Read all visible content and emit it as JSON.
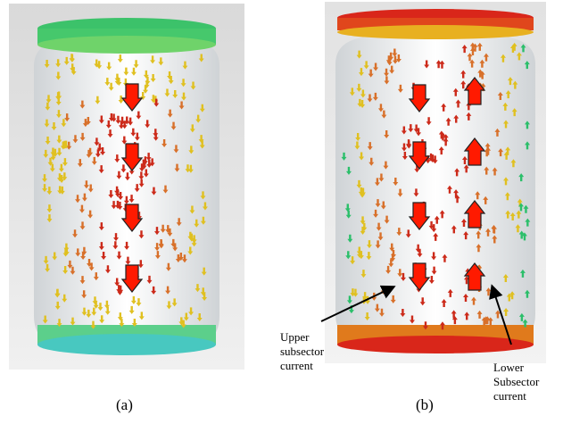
{
  "figure": {
    "panels": [
      {
        "caption": "(a)",
        "current_pattern": "all downward",
        "arrow_color": "#ff1a00"
      },
      {
        "caption": "(b)",
        "current_pattern": "left downward, right upward",
        "arrow_color": "#ff1a00"
      }
    ],
    "annotations": {
      "upper": "Upper\nsubsector\ncurrent",
      "lower": "Lower\nSubsector\ncurrent"
    },
    "colors": {
      "background": "#e8e8e8",
      "can_body": "#f2f2f2",
      "field_low": "#2bbf6a",
      "field_mid": "#e0c020",
      "field_high": "#cc2a1a"
    }
  }
}
